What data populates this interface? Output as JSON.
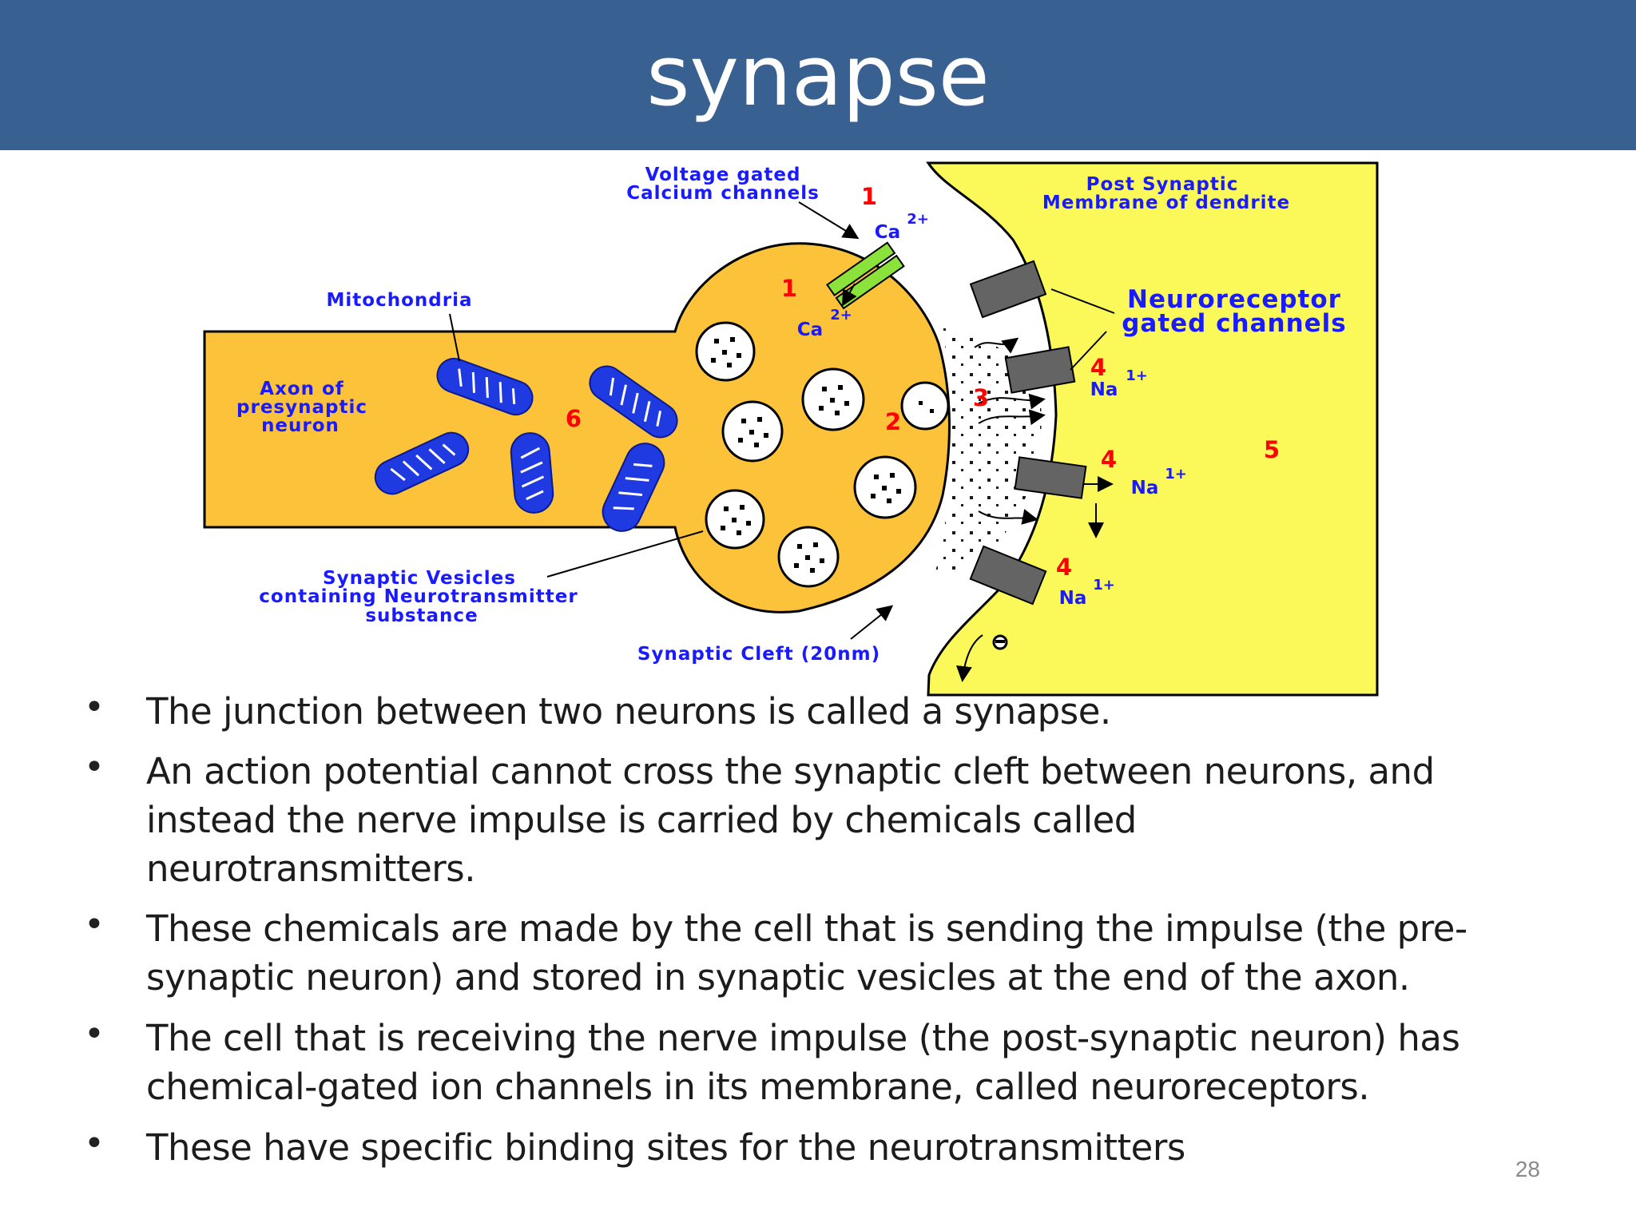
{
  "slide": {
    "title": "synapse",
    "page_number": "28"
  },
  "diagram": {
    "labels": {
      "voltage_line1": "Voltage gated",
      "voltage_line2": "Calcium channels",
      "post_line1": "Post Synaptic",
      "post_line2": "Membrane of dendrite",
      "mito": "Mitochondria",
      "axon_line1": "Axon of",
      "axon_line2": "presynaptic",
      "axon_line3": "neuron",
      "neuro_line1": "Neuroreceptor",
      "neuro_line2": "gated channels",
      "vesicle_line1": "Synaptic Vesicles",
      "vesicle_line2": "containing Neurotransmitter",
      "vesicle_line3": "substance",
      "cleft": "Synaptic Cleft (20nm)"
    },
    "step_numbers": {
      "top_channel": "1",
      "inside_terminal": "1",
      "vesicle_fusion": "2",
      "release": "3",
      "receptor_top": "4",
      "receptor_middle": "4",
      "receptor_bottom": "4",
      "postsynaptic": "5",
      "axon": "6"
    },
    "ions": {
      "calcium": "Ca",
      "calcium_charge": "2+",
      "sodium": "Na",
      "sodium_charge": "1+"
    },
    "colors": {
      "axon_fill": "#fcc33a",
      "postsynaptic_fill": "#fbf95a",
      "mitochondria": "#1f3ae0",
      "channel": "#646464",
      "calcium_channel": "#8ae23a",
      "label_text": "#1a1aff",
      "step_number": "#ff0000"
    }
  },
  "bullets": [
    {
      "lines": [
        "The junction between two neurons is called a synapse."
      ]
    },
    {
      "lines": [
        "An action potential cannot cross the synaptic cleft between neurons, and",
        "instead the nerve impulse is carried by chemicals called",
        "neurotransmitters."
      ]
    },
    {
      "lines": [
        "These chemicals are made by the cell that is sending the impulse (the pre-",
        "synaptic neuron) and stored in synaptic vesicles at the end of the axon."
      ]
    },
    {
      "lines": [
        "The cell that is receiving the nerve impulse (the post-synaptic neuron) has",
        "chemical-gated ion channels in its membrane, called neuroreceptors."
      ]
    },
    {
      "lines": [
        "These have specific binding sites for the neurotransmitters"
      ]
    }
  ]
}
